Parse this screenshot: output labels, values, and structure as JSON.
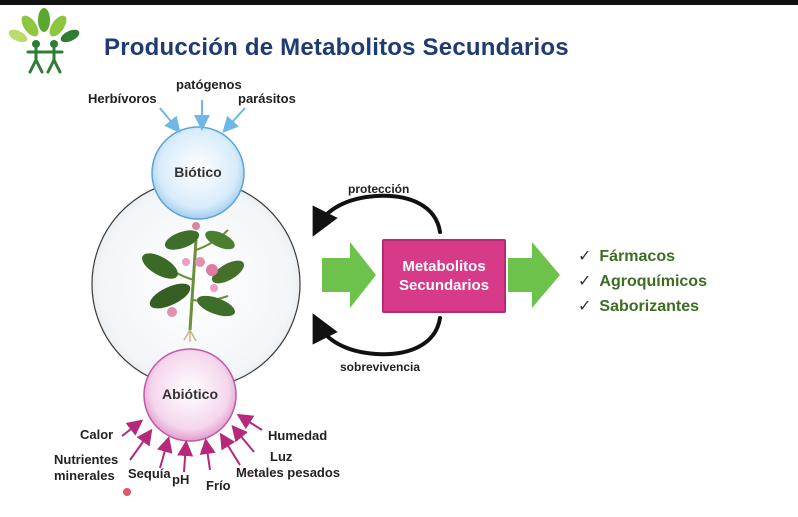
{
  "title": "Producción de Metabolitos Secundarios",
  "biotic": {
    "label": "Biótico",
    "factors": [
      "Herbívoros",
      "patógenos",
      "parásitos"
    ]
  },
  "abiotic": {
    "label": "Abiótico",
    "factors": {
      "calor": "Calor",
      "nutrientes_1": "Nutrientes",
      "nutrientes_2": "minerales",
      "sequia": "Sequía",
      "ph": "pH",
      "frio": "Frío",
      "metales": "Metales pesados",
      "luz": "Luz",
      "humedad": "Humedad"
    }
  },
  "center": {
    "line1": "Metabolitos",
    "line2": "Secundarios"
  },
  "cycle": {
    "top": "protección",
    "bottom": "sobrevivencia"
  },
  "products": [
    "Fármacos",
    "Agroquímicos",
    "Saborizantes"
  ],
  "colors": {
    "title": "#1f3b73",
    "box": "#d63a88",
    "arrow_green": "#6cc24a",
    "biotic_circle": "#a9d4f2",
    "abiotic_circle": "#e9a9d6",
    "products_text": "#3c6e22"
  },
  "icons": {
    "logo": "tree-people-logo-icon",
    "plant": "plant-icon",
    "check": "check-icon"
  }
}
